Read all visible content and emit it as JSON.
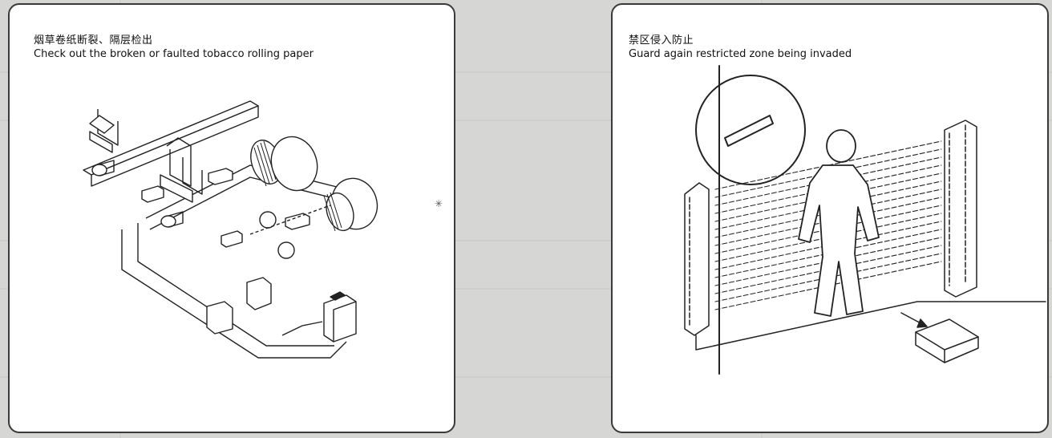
{
  "left_panel": {
    "title_zh": "烟草卷纸断裂、隔层检出",
    "title_en": "Check out the broken or faulted tobacco rolling paper"
  },
  "right_panel": {
    "title_zh": "禁区侵入防止",
    "title_en": "Guard again restricted zone being invaded"
  },
  "colors": {
    "panel_bg": "#ffffff",
    "page_bg": "#d6d6d4",
    "line": "#222222"
  }
}
